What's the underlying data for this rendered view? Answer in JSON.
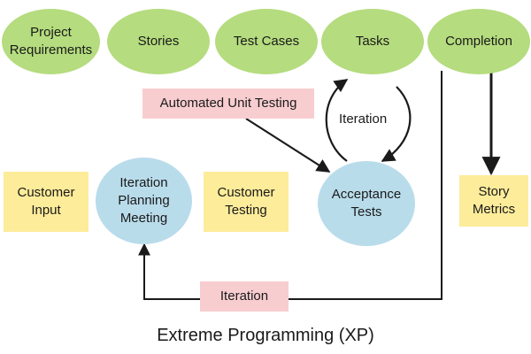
{
  "top_row": {
    "project_requirements": [
      "Project",
      "Requirements"
    ],
    "stories": "Stories",
    "test_cases": "Test Cases",
    "tasks": "Tasks",
    "completion": "Completion"
  },
  "automated_unit_testing": "Automated Unit Testing",
  "iteration_loop_label": "Iteration",
  "acceptance_tests": [
    "Acceptance",
    "Tests"
  ],
  "customer_input": [
    "Customer",
    "Input"
  ],
  "iteration_planning_meeting": [
    "Iteration",
    "Planning",
    "Meeting"
  ],
  "customer_testing": [
    "Customer",
    "Testing"
  ],
  "story_metrics": [
    "Story",
    "Metrics"
  ],
  "iteration_feedback_label": "Iteration",
  "caption": "Extreme Programming (XP)",
  "colors": {
    "green_node": "#b5dc7e",
    "blue_node": "#b9dceb",
    "yellow_box": "#fdec9a",
    "pink_box": "#f8cdd0",
    "line": "#1a1a1a"
  }
}
